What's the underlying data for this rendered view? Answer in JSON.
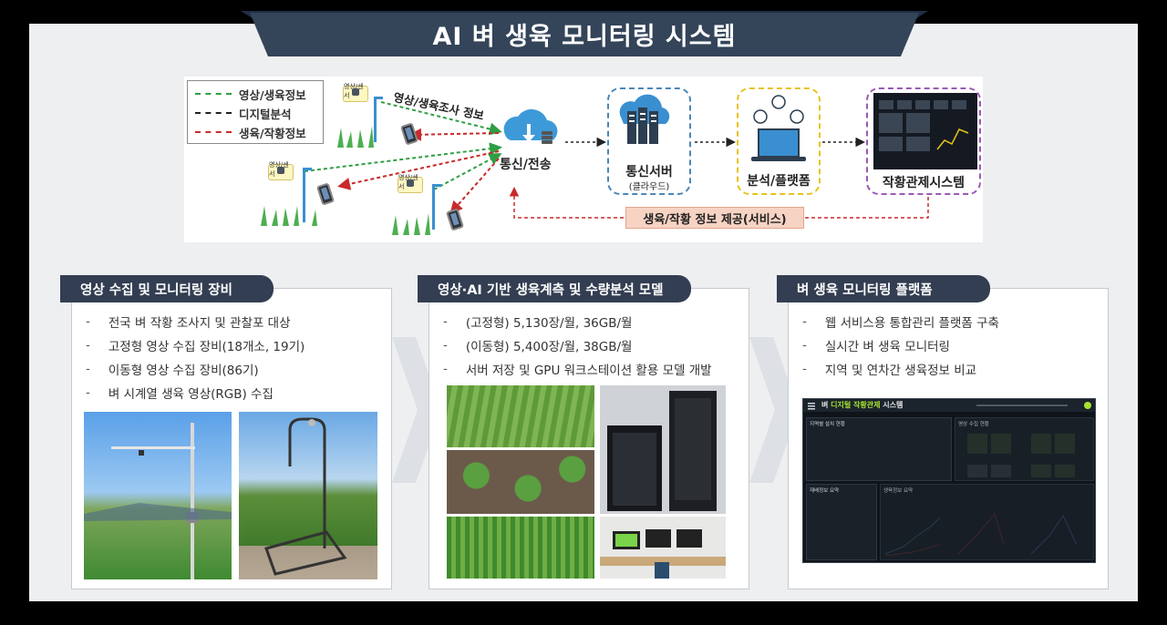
{
  "header": {
    "title": "AI 벼 생육 모니터링 시스템"
  },
  "legend": {
    "items": [
      {
        "label": "영상/생육정보",
        "color": "#2f9e44"
      },
      {
        "label": "디지털분석",
        "color": "#222222"
      },
      {
        "label": "생육/작황정보",
        "color": "#c92a2a"
      }
    ]
  },
  "diagram": {
    "flow_label": "영상/생육조사 정보",
    "sensor_label": "영상/센서",
    "comm_label": "통신/전송",
    "server_label": "통신서버",
    "server_sub": "(클라우드)",
    "analysis_label": "분석/플랫폼",
    "control_label": "작황관제시스템",
    "feedback_label": "생육/작황 정보 제공(서비스)",
    "colors": {
      "server": "#4a86b8",
      "analysis": "#e8c21a",
      "control": "#9b59b6"
    }
  },
  "sections": [
    {
      "title": "영상 수집 및 모니터링 장비",
      "bullets": [
        "전국 벼 작황 조사지 및 관찰포 대상",
        "고정형 영상 수집 장비(18개소, 19기)",
        "이동형 영상 수집 장비(86기)",
        "벼 시계열 생육 영상(RGB) 수집"
      ]
    },
    {
      "title": "영상·AI 기반 생육계측 및 수량분석 모델",
      "bullets": [
        "(고정형) 5,130장/월, 36GB/월",
        "(이동형) 5,400장/월, 38GB/월",
        "서버 저장 및 GPU 워크스테이션 활용 모델  개발"
      ]
    },
    {
      "title": "벼 생육 모니터링 플랫폼",
      "bullets": [
        "웹 서비스용 통합관리 플랫폼 구축",
        "실시간 벼 생육 모니터링",
        "지역 및 연차간 생육정보 비교"
      ]
    }
  ],
  "dashboard": {
    "title_prefix": "벼 ",
    "title_highlight": "디지털 작황관제",
    "title_suffix": " 시스템",
    "panels": [
      "지역별 설치 현황",
      "영상 수집 현황",
      "재배정보 요약",
      "생육정보 요약"
    ]
  }
}
